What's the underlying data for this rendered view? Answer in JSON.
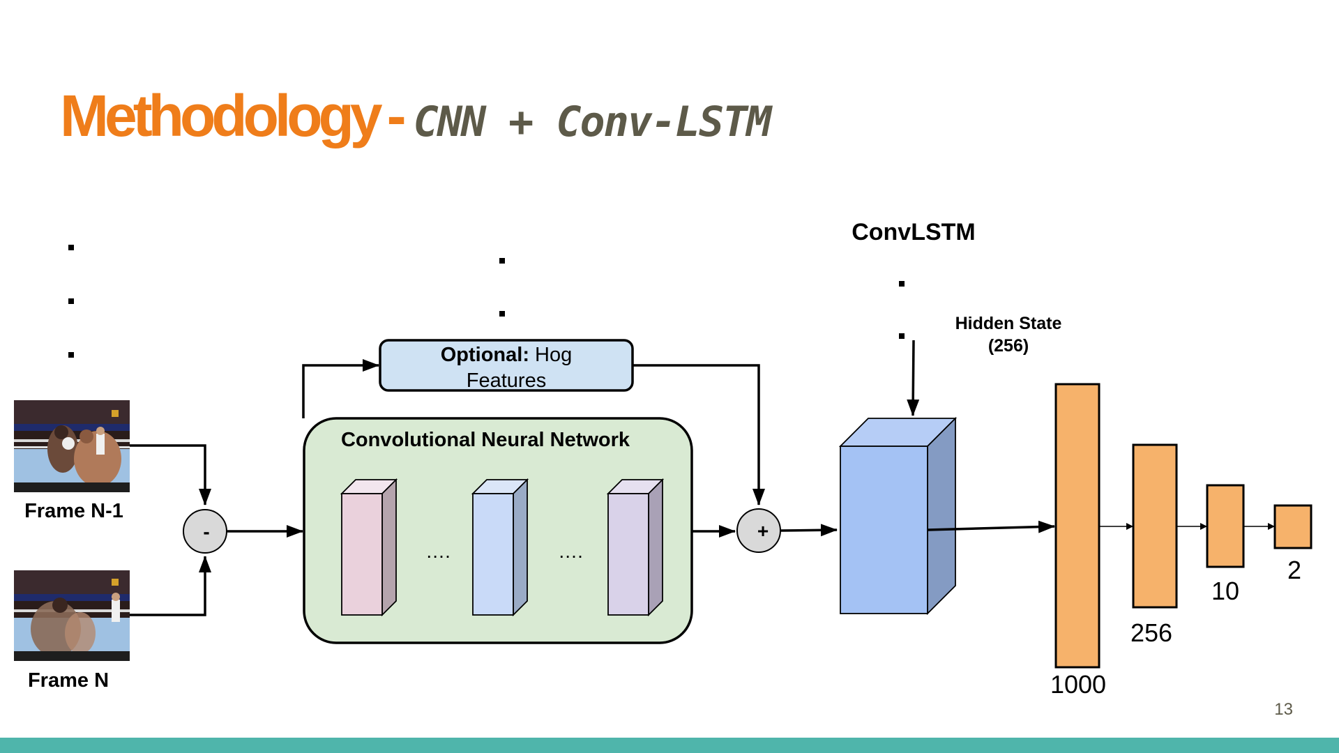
{
  "slide": {
    "title_main": "Methodology",
    "title_dash": "-",
    "title_sub": "CNN + Conv-LSTM",
    "page_number": "13"
  },
  "frames": {
    "frame_prev_label": "Frame N-1",
    "frame_curr_label": "Frame N"
  },
  "operators": {
    "subtract": "-",
    "add": "+"
  },
  "hog": {
    "bold": "Optional:",
    "rest_line1": " Hog",
    "line2": "Features"
  },
  "cnn": {
    "label": "Convolutional Neural Network",
    "ellipsis_1": "….",
    "ellipsis_2": "…."
  },
  "convlstm": {
    "label": "ConvLSTM",
    "hidden_line1": "Hidden State",
    "hidden_line2": "(256)"
  },
  "dense_layers": [
    {
      "label": "1000"
    },
    {
      "label": "256"
    },
    {
      "label": "10"
    },
    {
      "label": "2"
    }
  ],
  "colors": {
    "title_orange": "#ef7d1a",
    "subtitle_gray": "#5d5a49",
    "cnn_box": "#d9ead3",
    "hog_box": "#cfe2f3",
    "lstm_front": "#a4c2f4",
    "lstm_side": "#849bc3",
    "dense": "#f6b26b",
    "footer": "#4fb5ab"
  }
}
